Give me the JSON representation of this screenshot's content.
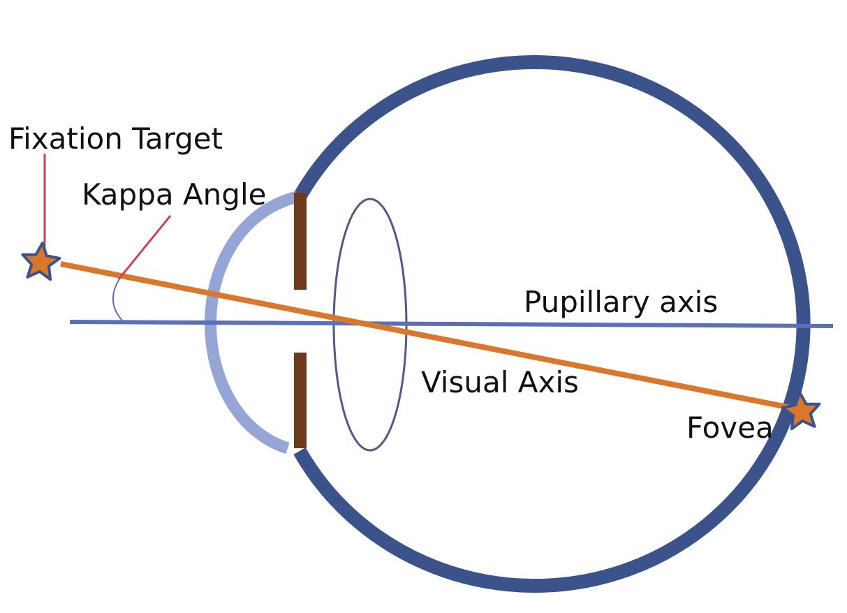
{
  "labels": {
    "fixation_target": "Fixation Target",
    "kappa_angle": "Kappa Angle",
    "pupillary_axis": "Pupillary axis",
    "visual_axis": "Visual Axis",
    "fovea": "Fovea"
  },
  "colors": {
    "sclera": "#3b528b",
    "cornea": "#95a6d6",
    "iris": "#6e3a1c",
    "lens": "#4d5a85",
    "pupillary_axis": "#5d6fb8",
    "visual_axis": "#d9782a",
    "pointer": "#c84654",
    "star_fill": "#d9782a",
    "star_stroke": "#3b528b"
  }
}
